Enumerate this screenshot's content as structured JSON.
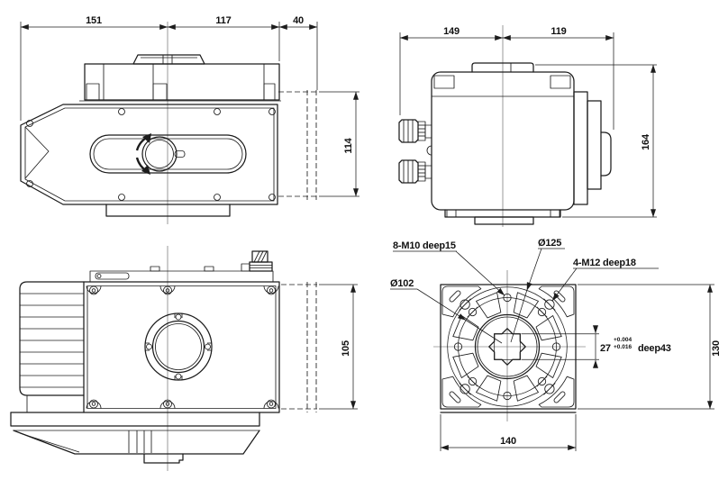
{
  "front_view": {
    "dim_left": "151",
    "dim_right": "117",
    "dim_depth": "40",
    "dim_height": "114"
  },
  "side_view": {
    "dim_left": "149",
    "dim_right": "119",
    "dim_height": "164"
  },
  "rear_view": {
    "dim_height": "105"
  },
  "flange_view": {
    "thread_note_8": "8-M10 deep15",
    "bolt_circle": "Ø125",
    "thread_note_4": "4-M12 deep18",
    "spigot": "Ø102",
    "square_size": "27",
    "tol_upper": "+0.004",
    "tol_lower": "+0.016",
    "depth_note": "deep43",
    "dim_width": "140",
    "dim_height": "130"
  },
  "colors": {
    "line": "#1c1c1c",
    "background": "#ffffff"
  }
}
